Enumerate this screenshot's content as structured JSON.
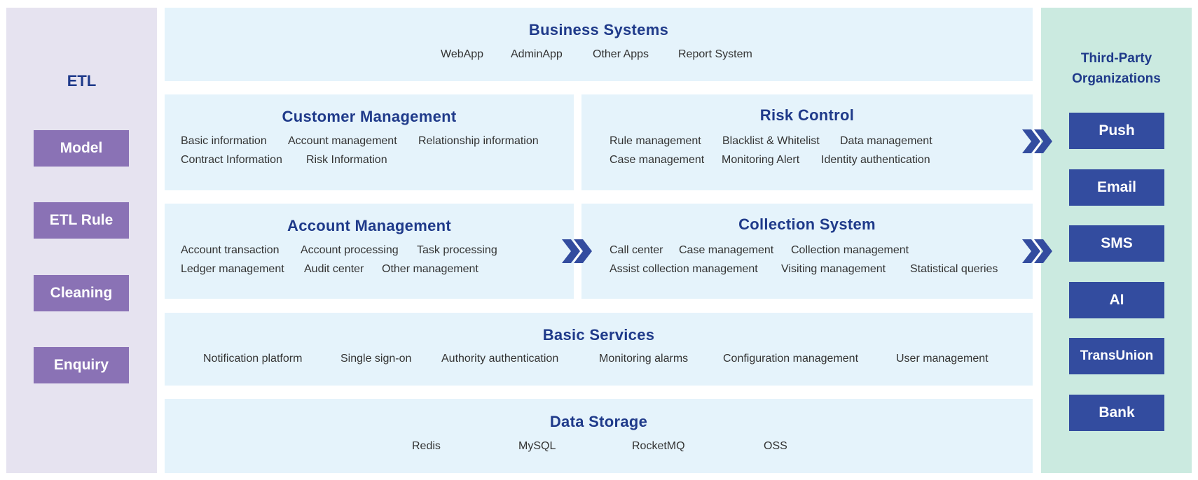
{
  "etl": {
    "title": "ETL",
    "items": [
      "Model",
      "ETL Rule",
      "Cleaning",
      "Enquiry"
    ]
  },
  "business_systems": {
    "title": "Business Systems",
    "items": [
      "WebApp",
      "AdminApp",
      "Other Apps",
      "Report System"
    ]
  },
  "customer_management": {
    "title": "Customer Management",
    "items": [
      "Basic information",
      "Account management",
      "Relationship information",
      "Contract Information",
      "Risk Information"
    ]
  },
  "risk_control": {
    "title": "Risk Control",
    "items": [
      "Rule management",
      "Blacklist & Whitelist",
      "Data management",
      "Case management",
      "Monitoring Alert",
      "Identity authentication"
    ]
  },
  "account_management": {
    "title": "Account Management",
    "items": [
      "Account transaction",
      "Account processing",
      "Task processing",
      "Ledger management",
      "Audit center",
      "Other management"
    ]
  },
  "collection_system": {
    "title": "Collection System",
    "items": [
      "Call center",
      "Case management",
      "Collection management",
      "Assist collection management",
      "Visiting management",
      "Statistical queries"
    ]
  },
  "basic_services": {
    "title": "Basic Services",
    "items": [
      "Notification platform",
      "Single sign-on",
      "Authority authentication",
      "Monitoring alarms",
      "Configuration management",
      "User management"
    ]
  },
  "data_storage": {
    "title": "Data Storage",
    "items": [
      "Redis",
      "MySQL",
      "RocketMQ",
      "OSS"
    ]
  },
  "third_party": {
    "title_line1": "Third-Party",
    "title_line2": "Organizations",
    "items": [
      "Push",
      "Email",
      "SMS",
      "AI",
      "TransUnion",
      "Bank"
    ]
  },
  "icons": {
    "arrow": "double-chevron-right-icon"
  },
  "colors": {
    "heading": "#1f3a8a",
    "etl_bg": "#e6e3f0",
    "etl_button": "#8a72b5",
    "panel_bg": "#e5f3fb",
    "third_party_bg": "#cbeae0",
    "third_party_button": "#334c9f",
    "chevron": "#334c9f"
  }
}
